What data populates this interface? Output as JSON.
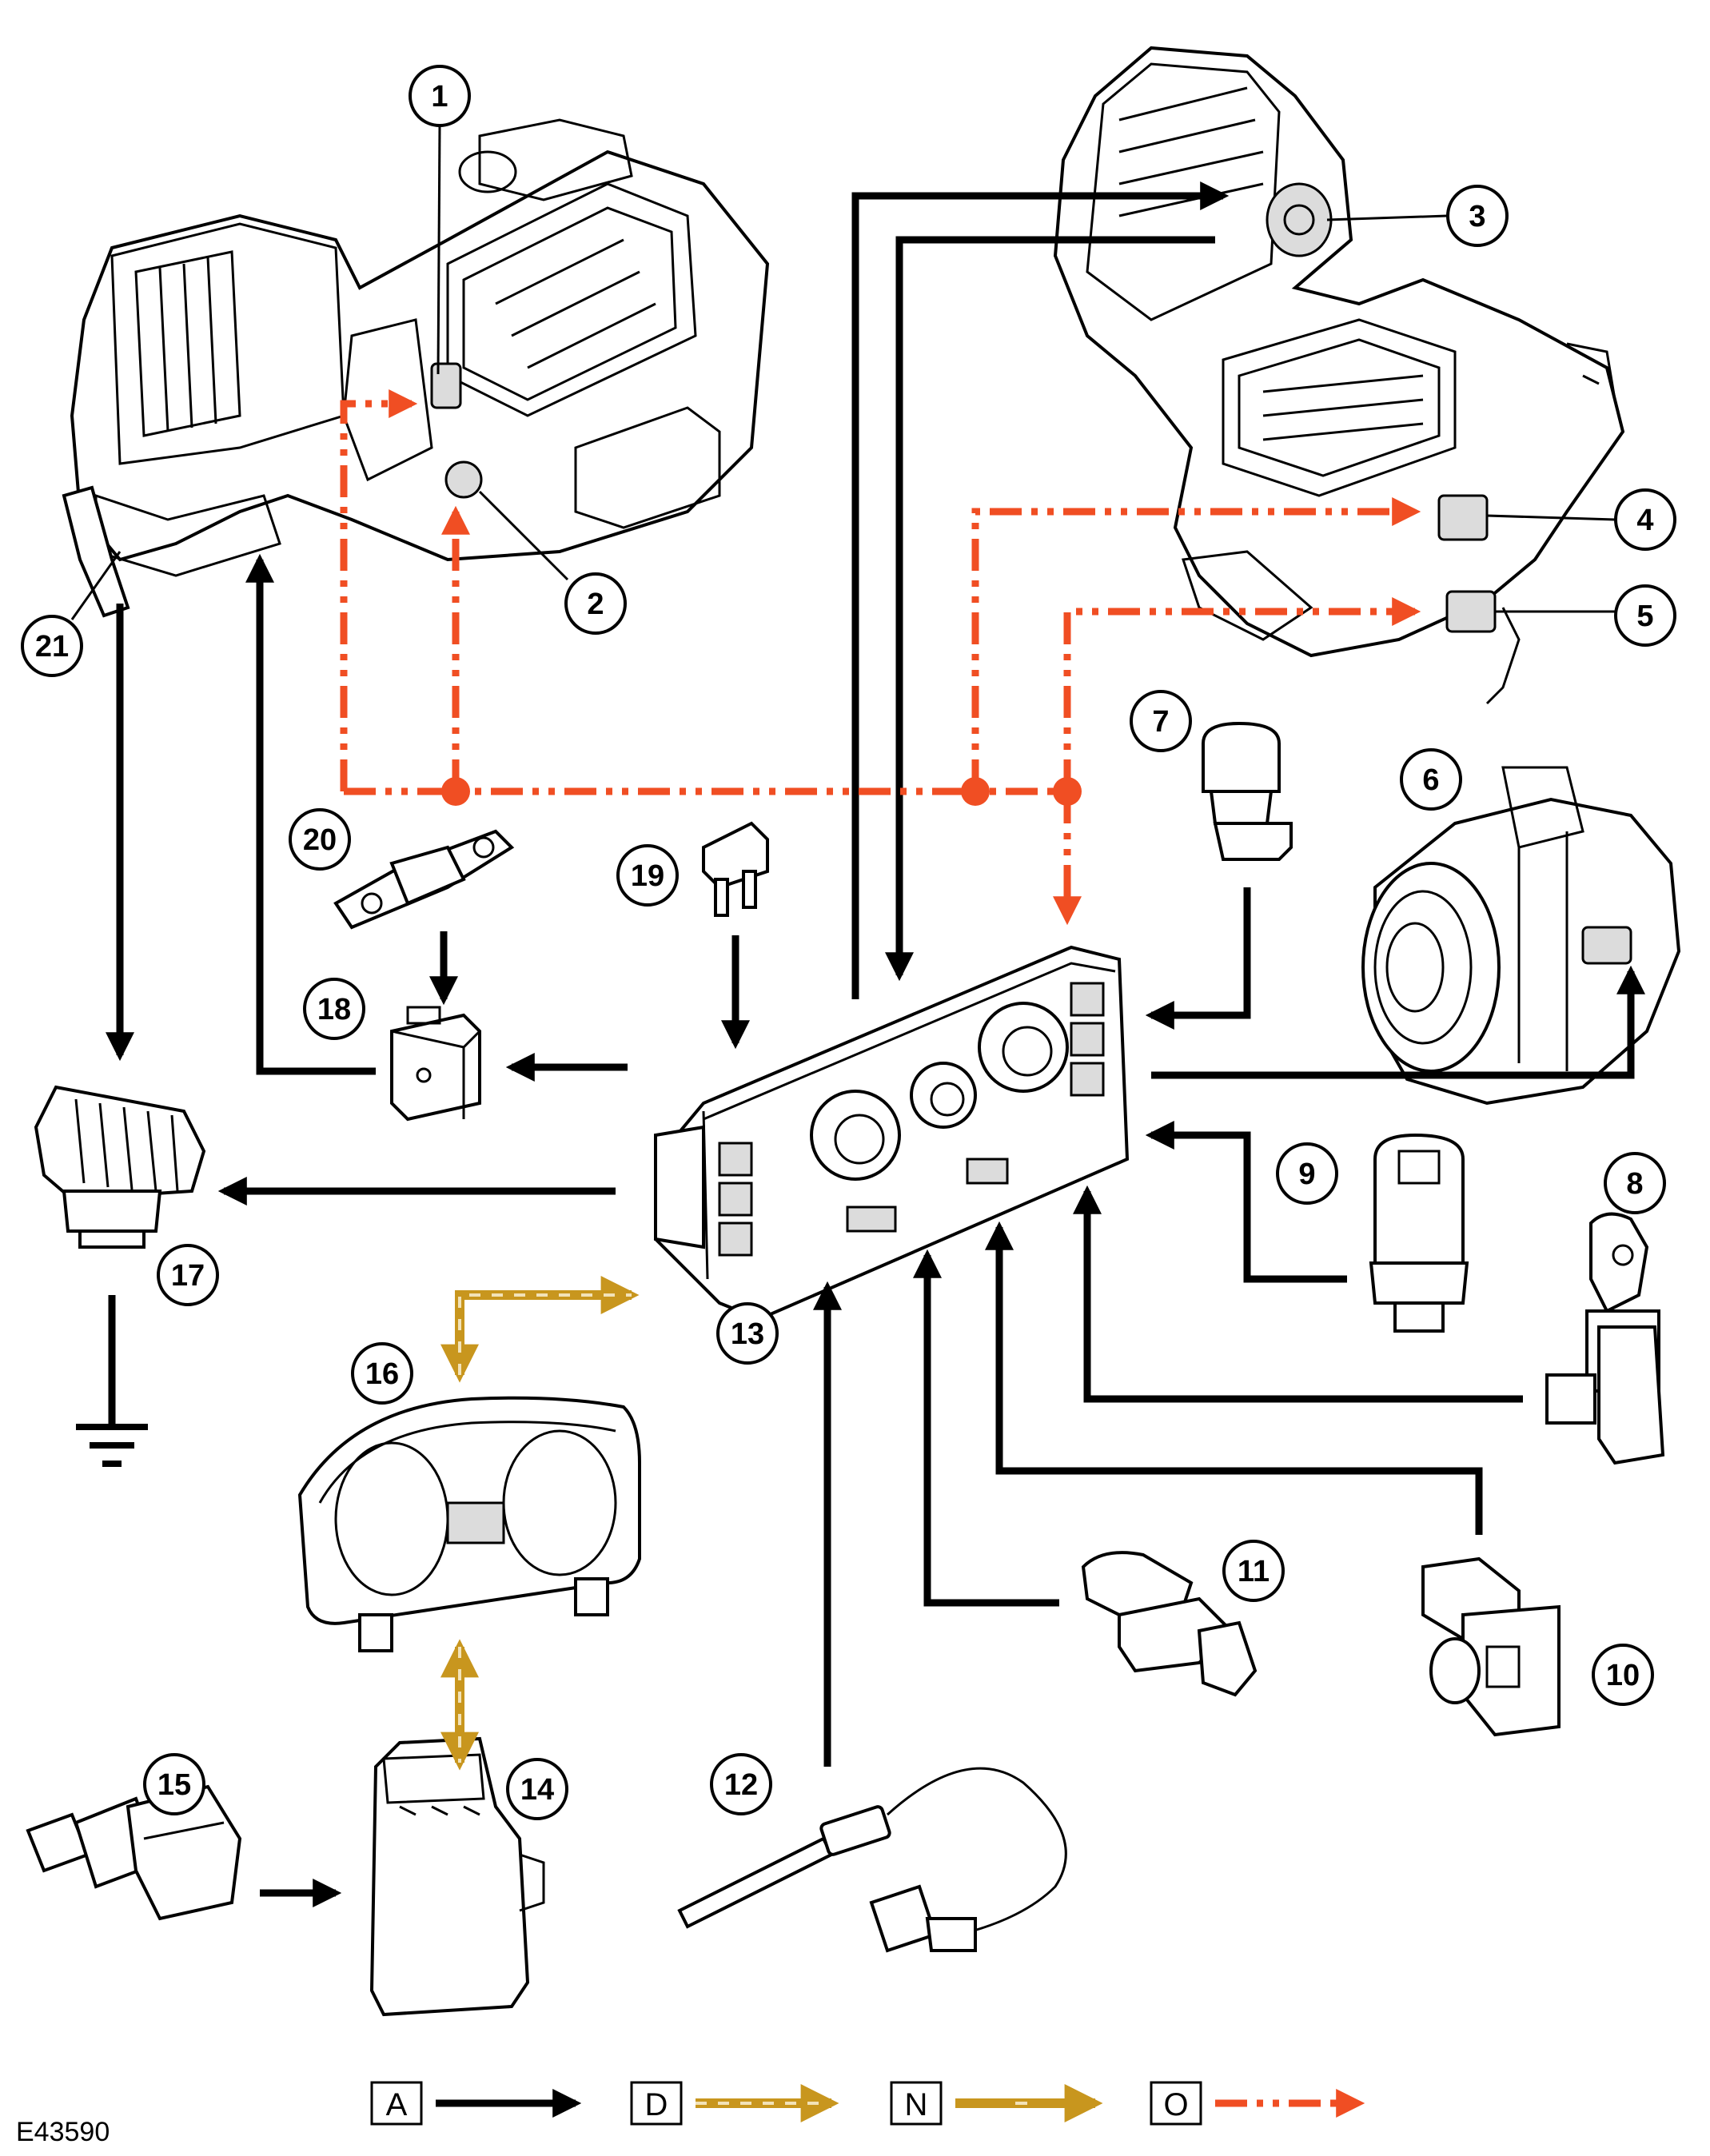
{
  "diagram_ref": "E43590",
  "callouts": [
    {
      "id": "c1",
      "label": "1"
    },
    {
      "id": "c2",
      "label": "2"
    },
    {
      "id": "c3",
      "label": "3"
    },
    {
      "id": "c4",
      "label": "4"
    },
    {
      "id": "c5",
      "label": "5"
    },
    {
      "id": "c6",
      "label": "6"
    },
    {
      "id": "c7",
      "label": "7"
    },
    {
      "id": "c8",
      "label": "8"
    },
    {
      "id": "c9",
      "label": "9"
    },
    {
      "id": "c10",
      "label": "10"
    },
    {
      "id": "c11",
      "label": "11"
    },
    {
      "id": "c12",
      "label": "12"
    },
    {
      "id": "c13",
      "label": "13"
    },
    {
      "id": "c14",
      "label": "14"
    },
    {
      "id": "c15",
      "label": "15"
    },
    {
      "id": "c16",
      "label": "16"
    },
    {
      "id": "c17",
      "label": "17"
    },
    {
      "id": "c18",
      "label": "18"
    },
    {
      "id": "c19",
      "label": "19"
    },
    {
      "id": "c20",
      "label": "20"
    },
    {
      "id": "c21",
      "label": "21"
    }
  ],
  "legend": [
    {
      "key": "A",
      "style": "hardwired"
    },
    {
      "key": "D",
      "style": "dashed-gold"
    },
    {
      "key": "N",
      "style": "solid-gold"
    },
    {
      "key": "O",
      "style": "dash-dot-orange"
    }
  ],
  "colors": {
    "hardwired": "#000000",
    "can_gold": "#c8961e",
    "lin_orange": "#f04e23",
    "dash_light": "#f2e2b8"
  }
}
